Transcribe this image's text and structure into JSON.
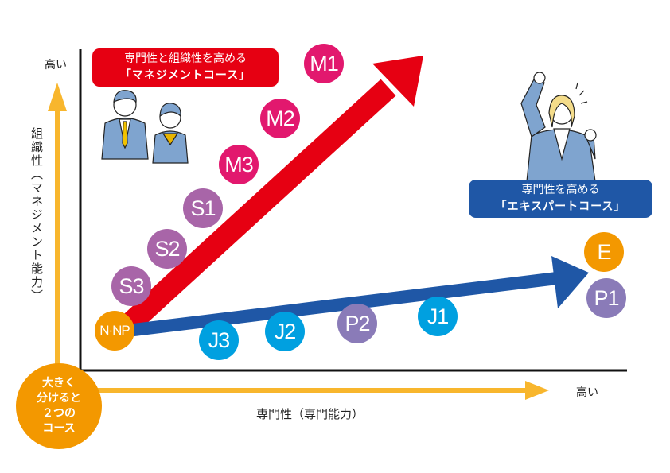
{
  "axes": {
    "y_high": "高い",
    "y_label": "組織性（マネジメント能力）",
    "x_high": "高い",
    "x_label": "専門性（専門能力）"
  },
  "center_circle": "大きく\n分けると\n２つの\nコース",
  "management": {
    "line1": "専門性と組織性を高める",
    "line2": "「マネジメントコース」",
    "color": "#e60012"
  },
  "expert": {
    "line1": "専門性を高める",
    "line2": "「エキスパートコース」",
    "color": "#1f57a6"
  },
  "nodes": [
    {
      "id": "M1",
      "color": "#e2186e"
    },
    {
      "id": "M2",
      "color": "#e2186e"
    },
    {
      "id": "M3",
      "color": "#e2186e"
    },
    {
      "id": "S1",
      "color": "#a865a8"
    },
    {
      "id": "S2",
      "color": "#a865a8"
    },
    {
      "id": "S3",
      "color": "#a865a8"
    },
    {
      "id": "N·NP",
      "color": "#f39800"
    },
    {
      "id": "J3",
      "color": "#00a0e0"
    },
    {
      "id": "J2",
      "color": "#00a0e0"
    },
    {
      "id": "P2",
      "color": "#8a7bb8"
    },
    {
      "id": "J1",
      "color": "#00a0e0"
    },
    {
      "id": "E",
      "color": "#f39800"
    },
    {
      "id": "P1",
      "color": "#8a7bb8"
    }
  ]
}
